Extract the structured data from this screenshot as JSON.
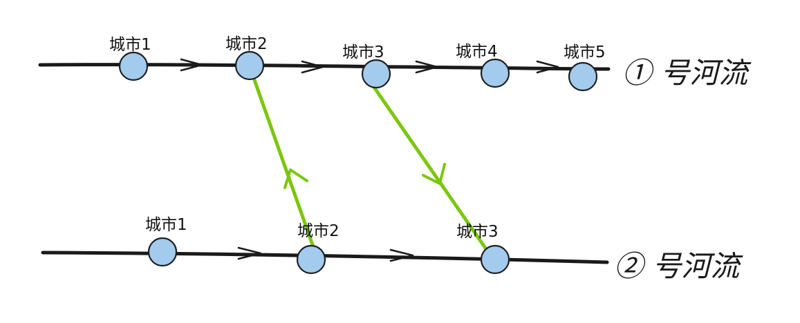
{
  "colors": {
    "river": "#1a1a1a",
    "node_fill": "#a3cbee",
    "node_stroke": "#1f1f1f",
    "link": "#7ac70c",
    "text": "#111111"
  },
  "rivers": [
    {
      "id": "river-1",
      "label": "① 号河流",
      "cities": [
        {
          "name": "城市1"
        },
        {
          "name": "城市2"
        },
        {
          "name": "城市3"
        },
        {
          "name": "城市4"
        },
        {
          "name": "城市5"
        }
      ]
    },
    {
      "id": "river-2",
      "label": "② 号河流",
      "cities": [
        {
          "name": "城市1"
        },
        {
          "name": "城市2"
        },
        {
          "name": "城市3"
        }
      ]
    }
  ],
  "links": [
    {
      "from": "river-2.城市2",
      "to": "river-1.城市2"
    },
    {
      "from": "river-1.城市3",
      "to": "river-2.城市3"
    }
  ]
}
